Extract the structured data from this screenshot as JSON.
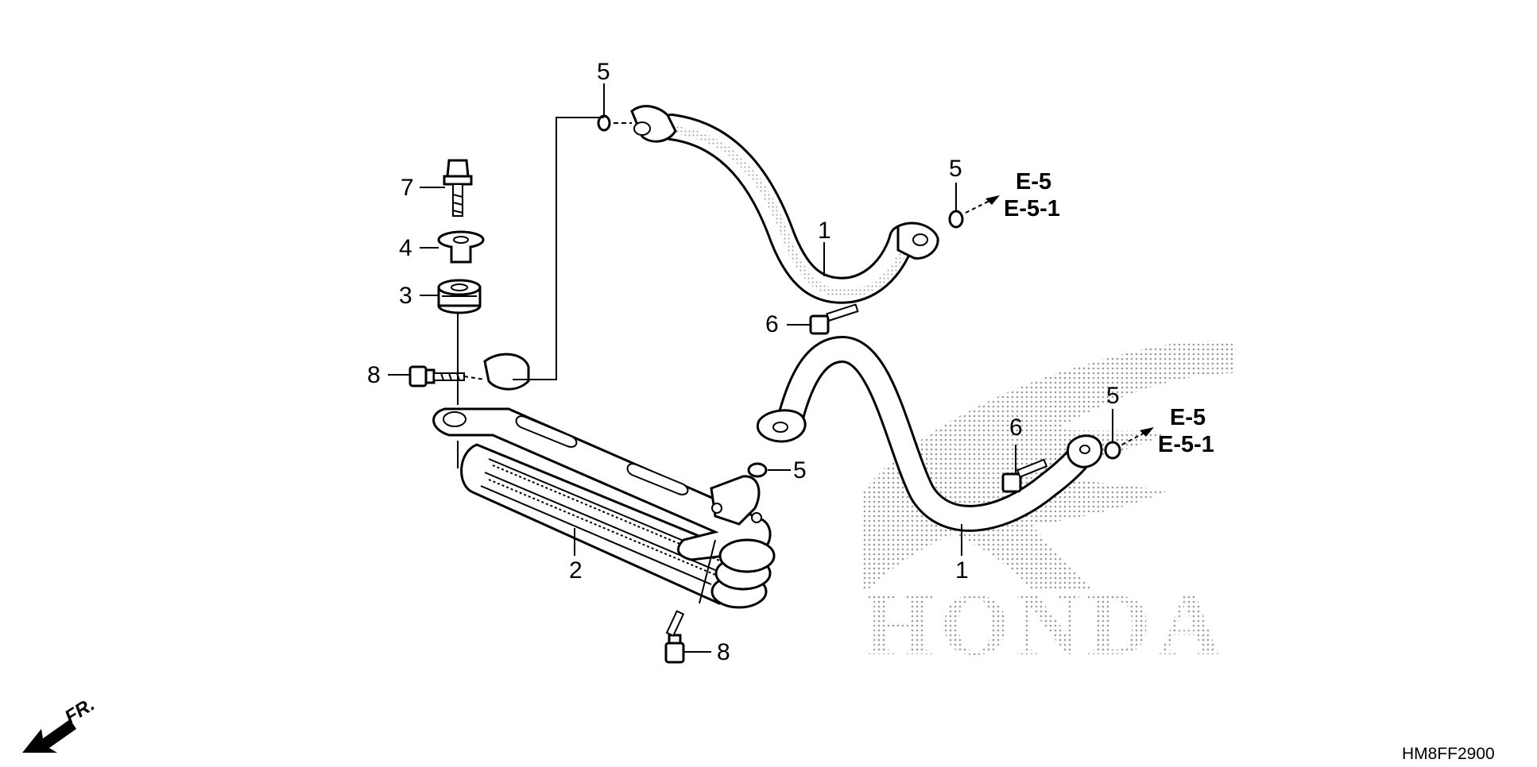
{
  "parts": {
    "hose_upper": "1",
    "hose_lower": "1",
    "oil_cooler": "2",
    "grommet": "3",
    "collar": "4",
    "washer_top": "5",
    "washer_upper_right": "5",
    "washer_cooler": "5",
    "washer_lower_right": "5",
    "bolt_upper": "6",
    "bolt_lower": "6",
    "bolt_flange": "7",
    "bolt_left": "8",
    "bolt_bottom": "8"
  },
  "references": {
    "upper": {
      "line1": "E-5",
      "line2": "E-5-1"
    },
    "lower": {
      "line1": "E-5",
      "line2": "E-5-1"
    }
  },
  "direction": {
    "label": "FR.",
    "icon": "front-arrow-icon"
  },
  "watermark": {
    "text": "HONDA",
    "color": "#bdbdbd"
  },
  "diagram_code": "HM8FF2900"
}
